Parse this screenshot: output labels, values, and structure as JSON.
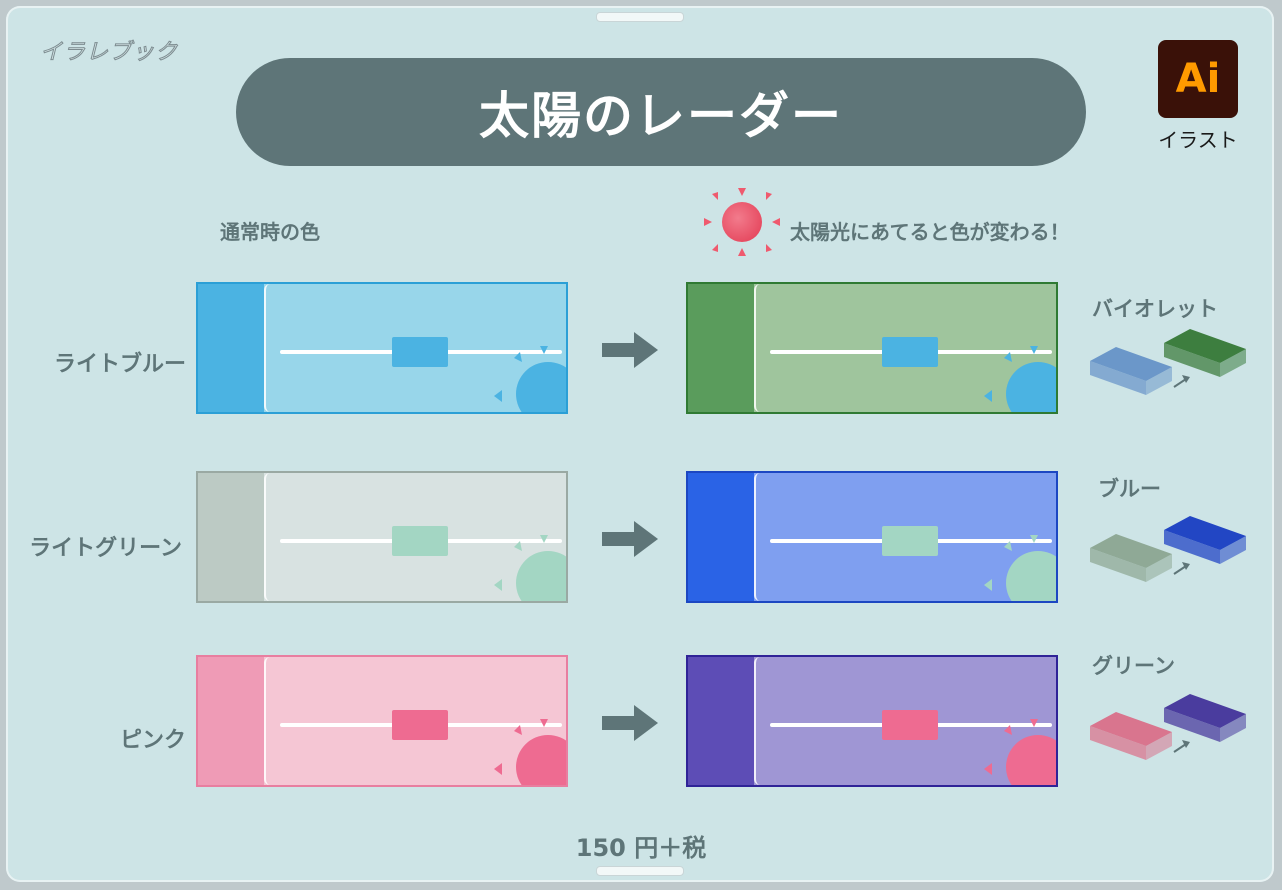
{
  "brand": "イラレブック",
  "title": "太陽のレーダー",
  "app_badge": {
    "logo_text": "Ai",
    "caption": "イラスト"
  },
  "headers": {
    "normal": "通常時の色",
    "sunlight": "太陽光にあてると色が変わる！"
  },
  "rows": [
    {
      "label": "ライトブルー",
      "result": "バイオレット",
      "before": {
        "strip": "#4bb3e2",
        "fill": "#98d6ea",
        "border": "#2b9fd6",
        "knob": "#4bb3e2",
        "sun": "#4bb3e2"
      },
      "after": {
        "strip": "#5a9c5c",
        "fill": "#9fc59d",
        "border": "#2f7a33",
        "knob": "#4bb3e2",
        "sun": "#4bb3e2"
      },
      "iso": {
        "from": "#6b97c9",
        "to": "#3d7e3f"
      }
    },
    {
      "label": "ライトグリーン",
      "result": "ブルー",
      "before": {
        "strip": "#bccac4",
        "fill": "#d8e2e1",
        "border": "#9aa9a3",
        "knob": "#a3d6c3",
        "sun": "#a3d6c3"
      },
      "after": {
        "strip": "#2a63e6",
        "fill": "#7f9ff0",
        "border": "#1c47c2",
        "knob": "#a3d6c3",
        "sun": "#a3d6c3"
      },
      "iso": {
        "from": "#8fa996",
        "to": "#2246c4"
      }
    },
    {
      "label": "ピンク",
      "result": "グリーン",
      "before": {
        "strip": "#ef9bb6",
        "fill": "#f5c6d4",
        "border": "#e87ea0",
        "knob": "#ee6b91",
        "sun": "#ee6b91"
      },
      "after": {
        "strip": "#5d4db6",
        "fill": "#9f96d4",
        "border": "#2f2397",
        "knob": "#ee6b91",
        "sun": "#ee6b91"
      },
      "iso": {
        "from": "#d9758e",
        "to": "#4a3c9e"
      }
    }
  ],
  "price": "150 円＋税",
  "colors": {
    "accent": "#5e7578",
    "background": "#cde4e6",
    "sun": "#ef5a6e"
  }
}
